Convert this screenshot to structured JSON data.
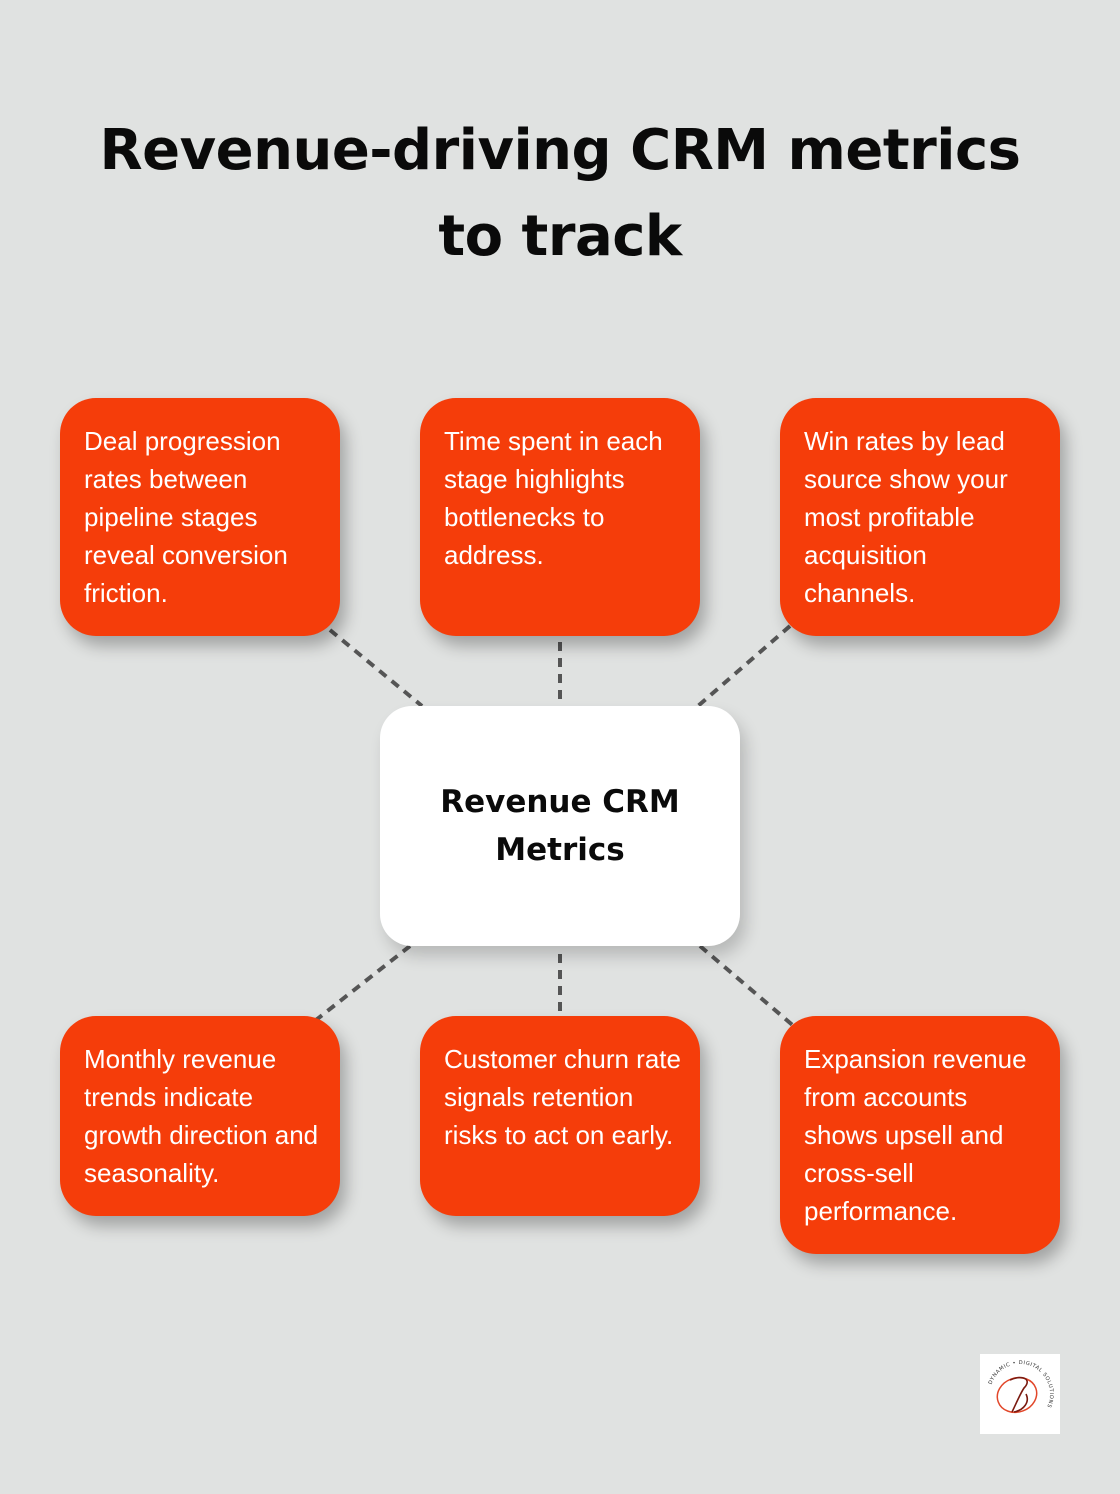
{
  "title": "Revenue-driving CRM metrics to track",
  "center": {
    "label": "Revenue CRM Metrics"
  },
  "nodes": [
    {
      "text": "Deal progression rates between pipeline stages reveal conversion friction."
    },
    {
      "text": "Time spent in each stage highlights bottlenecks to address."
    },
    {
      "text": "Win rates by lead source show your most profitable acquisition channels."
    },
    {
      "text": "Monthly revenue trends indicate growth direction and seasonality."
    },
    {
      "text": "Customer churn rate signals retention risks to act on early."
    },
    {
      "text": "Expansion revenue from accounts shows upsell and cross-sell performance."
    }
  ],
  "logo": {
    "ring_text": "DYNAMIC • DIGITAL SOLUTIONS"
  },
  "colors": {
    "background": "#e0e2e1",
    "card": "#f53d0a",
    "card_text": "#ffffff",
    "center_fill": "#ffffff",
    "connector": "#555555"
  }
}
